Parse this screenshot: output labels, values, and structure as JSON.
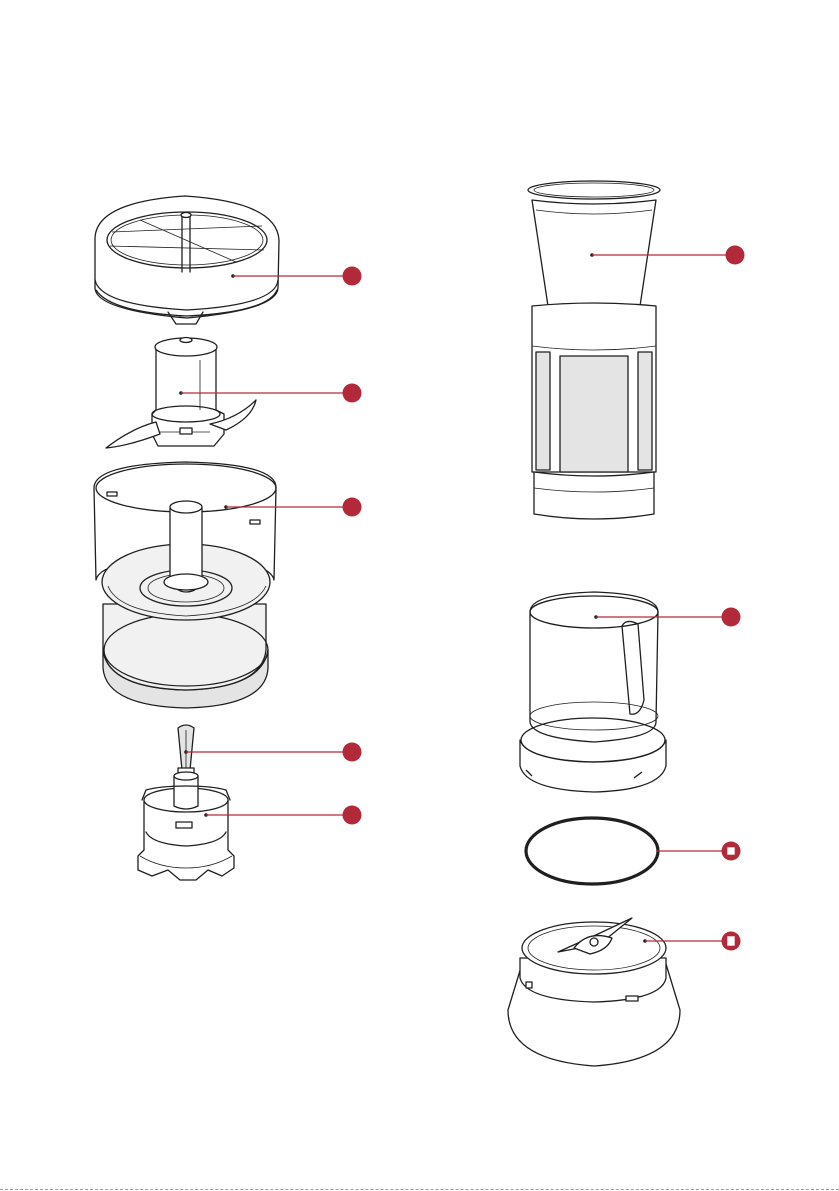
{
  "accent_color": "#b22a3a",
  "line_color": "#1f1f1f",
  "parts": [
    {
      "name": "chopper-lid",
      "marker": "dot"
    },
    {
      "name": "chopper-blade",
      "marker": "dot"
    },
    {
      "name": "chopper-bowl",
      "marker": "dot"
    },
    {
      "name": "drive-shaft",
      "marker": "dot"
    },
    {
      "name": "gear-unit",
      "marker": "dot"
    },
    {
      "name": "blender-jar",
      "marker": "dot"
    },
    {
      "name": "grinder-cup",
      "marker": "dot"
    },
    {
      "name": "sealing-ring",
      "marker": "square"
    },
    {
      "name": "blade-base",
      "marker": "square"
    }
  ]
}
